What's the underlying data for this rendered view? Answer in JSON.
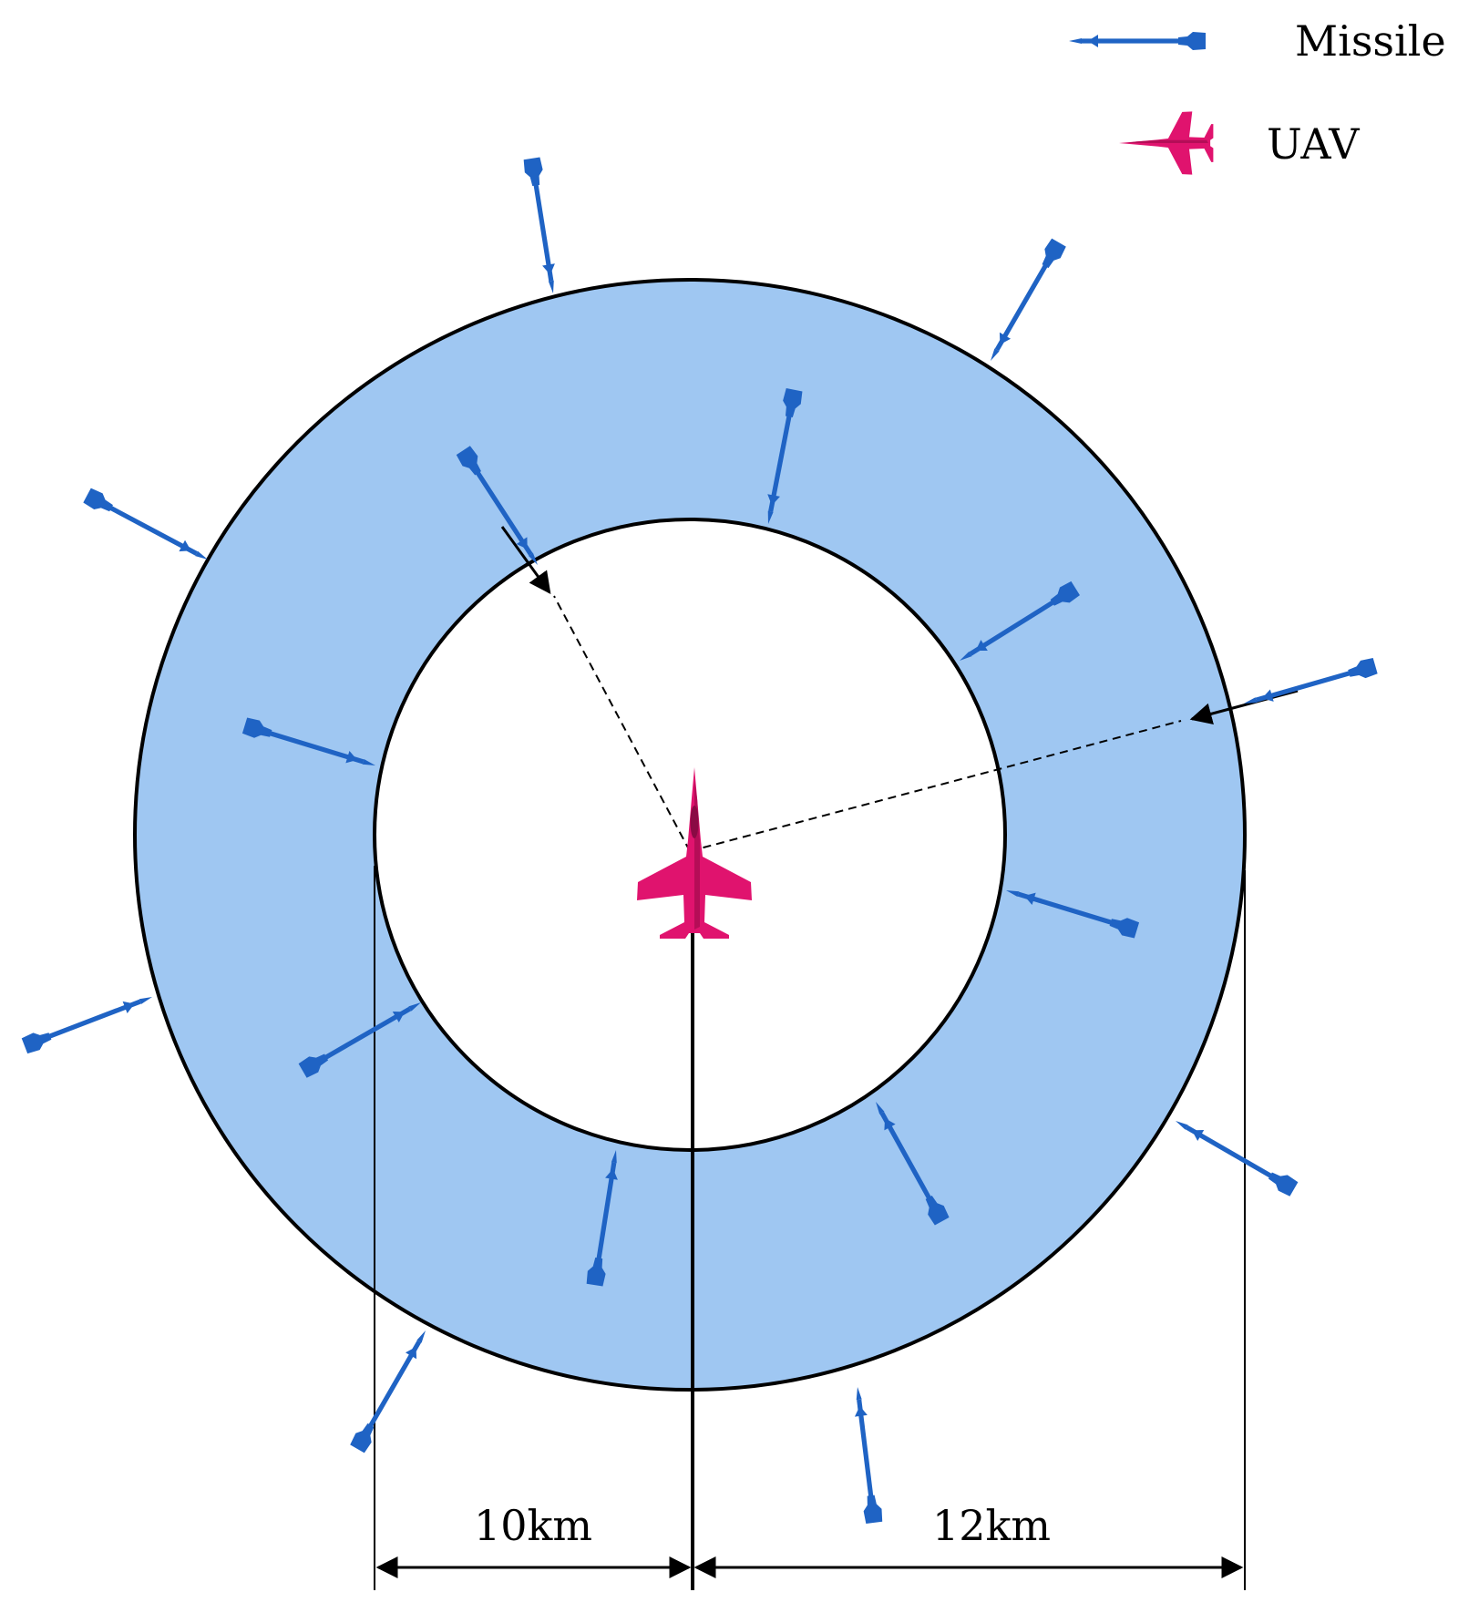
{
  "legend": {
    "missile_label": "Missile",
    "uav_label": "UAV"
  },
  "dimensions": {
    "inner_radius_label": "10km",
    "outer_radius_label": "12km"
  },
  "colors": {
    "annulus_fill": "#9fc7f2",
    "missile": "#1f63c4",
    "uav": "#e0136e",
    "outline": "#000000"
  },
  "icons": {
    "missile": "missile-icon",
    "uav": "fighter-jet-icon"
  }
}
